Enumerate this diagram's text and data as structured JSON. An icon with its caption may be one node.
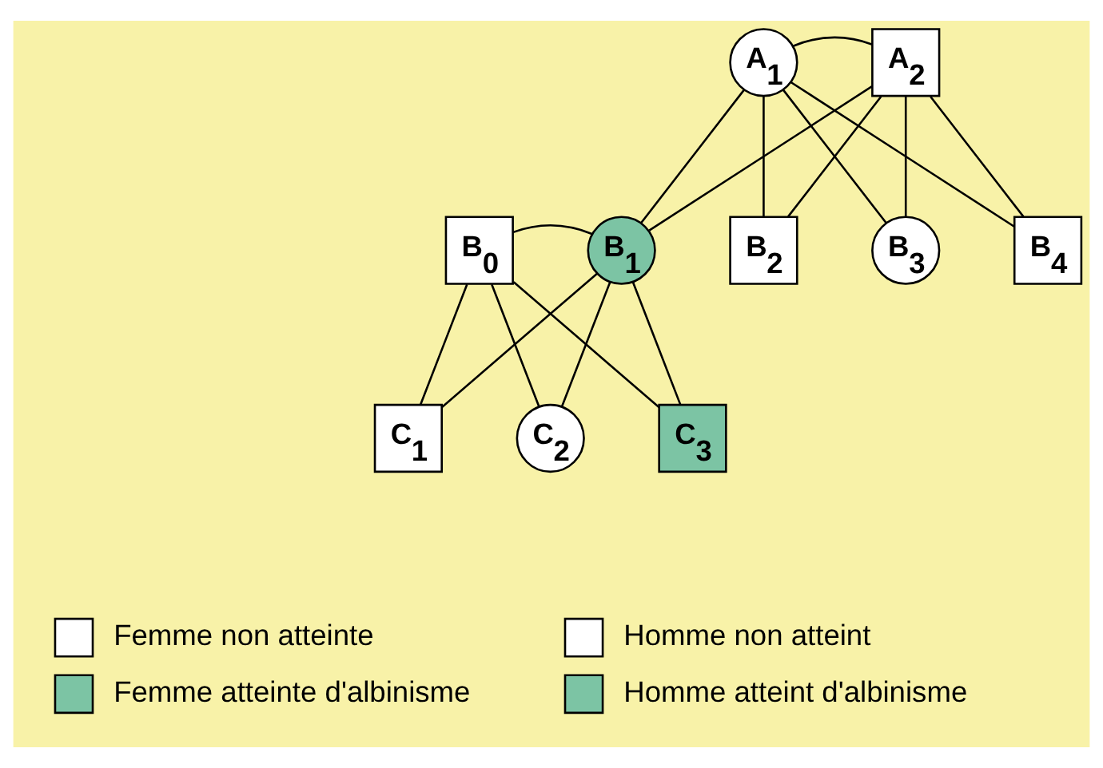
{
  "diagram": {
    "nodes": [
      {
        "text": [
          "A$_{1}$"
        ]
      },
      {
        "text": [
          "A$_{2}$"
        ]
      },
      {
        "text": [
          "B$_{0}$"
        ]
      },
      {
        "text": [
          "B$_{1}$"
        ]
      },
      {
        "text": [
          "B$_{2}$"
        ]
      },
      {
        "text": [
          "B$_{3}$"
        ]
      },
      {
        "text": [
          "B$_{4}$"
        ]
      },
      {
        "text": [
          "C$_{1}$"
        ]
      },
      {
        "text": [
          "C$_{2}$"
        ]
      },
      {
        "text": [
          "C$_{3}$"
        ]
      }
    ],
    "edges": [
      {
        "from": 0,
        "to": 1,
        "arrow": "none"
      },
      {
        "from": 0,
        "to": 3,
        "arrow": "none"
      },
      {
        "from": 1,
        "to": 3,
        "arrow": "none"
      },
      {
        "from": 0,
        "to": 4,
        "arrow": "none"
      },
      {
        "from": 1,
        "to": 4,
        "arrow": "none"
      },
      {
        "from": 0,
        "to": 5,
        "arrow": "none"
      },
      {
        "from": 1,
        "to": 5,
        "arrow": "none"
      },
      {
        "from": 0,
        "to": 6,
        "arrow": "none"
      },
      {
        "from": 1,
        "to": 6,
        "arrow": "none"
      },
      {
        "from": 2,
        "to": 3,
        "arrow": "none"
      },
      {
        "from": 2,
        "to": 7,
        "arrow": "none"
      },
      {
        "from": 3,
        "to": 7,
        "arrow": "none"
      },
      {
        "from": 2,
        "to": 8,
        "arrow": "none"
      },
      {
        "from": 3,
        "to": 8,
        "arrow": "none"
      },
      {
        "from": 2,
        "to": 9,
        "arrow": "none"
      },
      {
        "from": 3,
        "to": 9,
        "arrow": "none"
      }
    ],
    "legend": [
      {
        "text": "Femme non atteinte"
      },
      {
        "text": "Homme non atteint"
      },
      {
        "text": "Femme atteinte d'albinisme"
      },
      {
        "text": "Homme atteint d'albinisme"
      }
    ]
  }
}
